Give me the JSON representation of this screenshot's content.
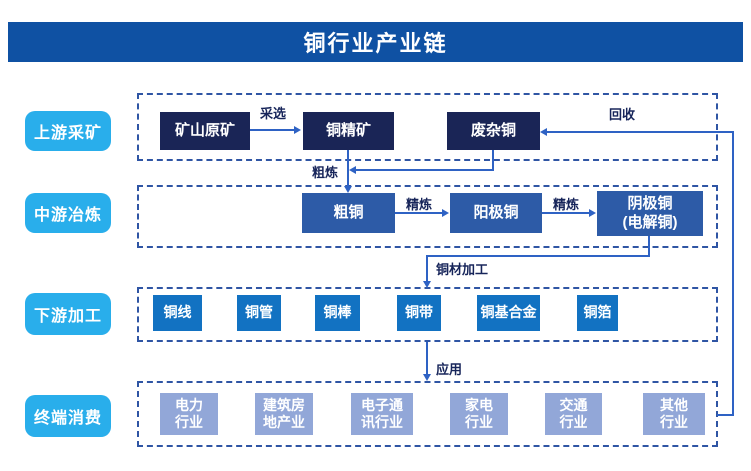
{
  "title": "铜行业产业链",
  "stages": [
    {
      "label": "上游采矿"
    },
    {
      "label": "中游冶炼"
    },
    {
      "label": "下游加工"
    },
    {
      "label": "终端消费"
    }
  ],
  "upstream": {
    "boxes": [
      "矿山原矿",
      "铜精矿",
      "废杂铜"
    ]
  },
  "midstream": {
    "boxes": [
      "粗铜",
      "阳极铜",
      "阴极铜\n(电解铜)"
    ]
  },
  "downstream": {
    "boxes": [
      "铜线",
      "铜管",
      "铜棒",
      "铜带",
      "铜基合金",
      "铜箔"
    ]
  },
  "terminal": {
    "boxes": [
      "电力\n行业",
      "建筑房\n地产业",
      "电子通\n讯行业",
      "家电\n行业",
      "交通\n行业",
      "其他\n行业"
    ]
  },
  "flow_labels": {
    "beneficiation": "采选",
    "crude_smelting": "粗炼",
    "refining_1": "精炼",
    "refining_2": "精炼",
    "recycling": "回收",
    "copper_processing": "铜材加工",
    "application": "应用"
  },
  "colors": {
    "title_bar": "#0F51A3",
    "stage_pill": "#29AEEB",
    "upstream_box": "#1A2556",
    "midstream_box": "#2D5BA7",
    "downstream_box": "#1272C2",
    "terminal_box": "#92A7D8",
    "dashed_border": "#2F55A4",
    "connector": "#2E62C4"
  }
}
